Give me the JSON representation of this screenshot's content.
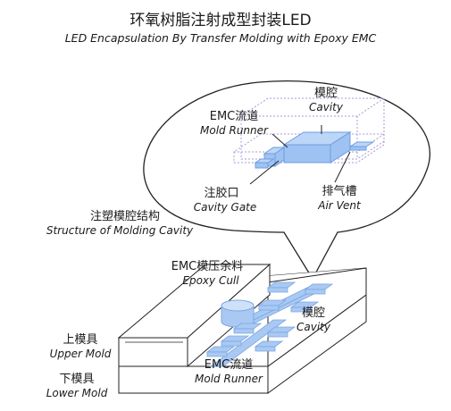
{
  "title": {
    "zh": "环氧树脂注射成型封装LED",
    "en": "LED Encapsulation By Transfer Molding with Epoxy EMC"
  },
  "callout": {
    "cavity": {
      "zh": "模腔",
      "en": "Cavity"
    },
    "runner": {
      "zh": "EMC流道",
      "en": "Mold Runner"
    },
    "gate": {
      "zh": "注胶口",
      "en": "Cavity Gate"
    },
    "vent": {
      "zh": "排气槽",
      "en": "Air Vent"
    }
  },
  "structure": {
    "zh": "注塑模腔结构",
    "en": "Structure of Molding Cavity"
  },
  "mold": {
    "cull": {
      "zh": "EMC模压余料",
      "en": "Epoxy Cull"
    },
    "cavity": {
      "zh": "模腔",
      "en": "Cavity"
    },
    "runner": {
      "zh": "EMC流道",
      "en": "Mold Runner"
    },
    "upper": {
      "zh": "上模具",
      "en": "Upper Mold"
    },
    "lower": {
      "zh": "下模具",
      "en": "Lower Mold"
    }
  },
  "colors": {
    "cavity_fill": "#9ec2f2",
    "cavity_stroke": "#6e9ee0",
    "outline": "#222222",
    "dashed_box": "#a89ad8"
  }
}
